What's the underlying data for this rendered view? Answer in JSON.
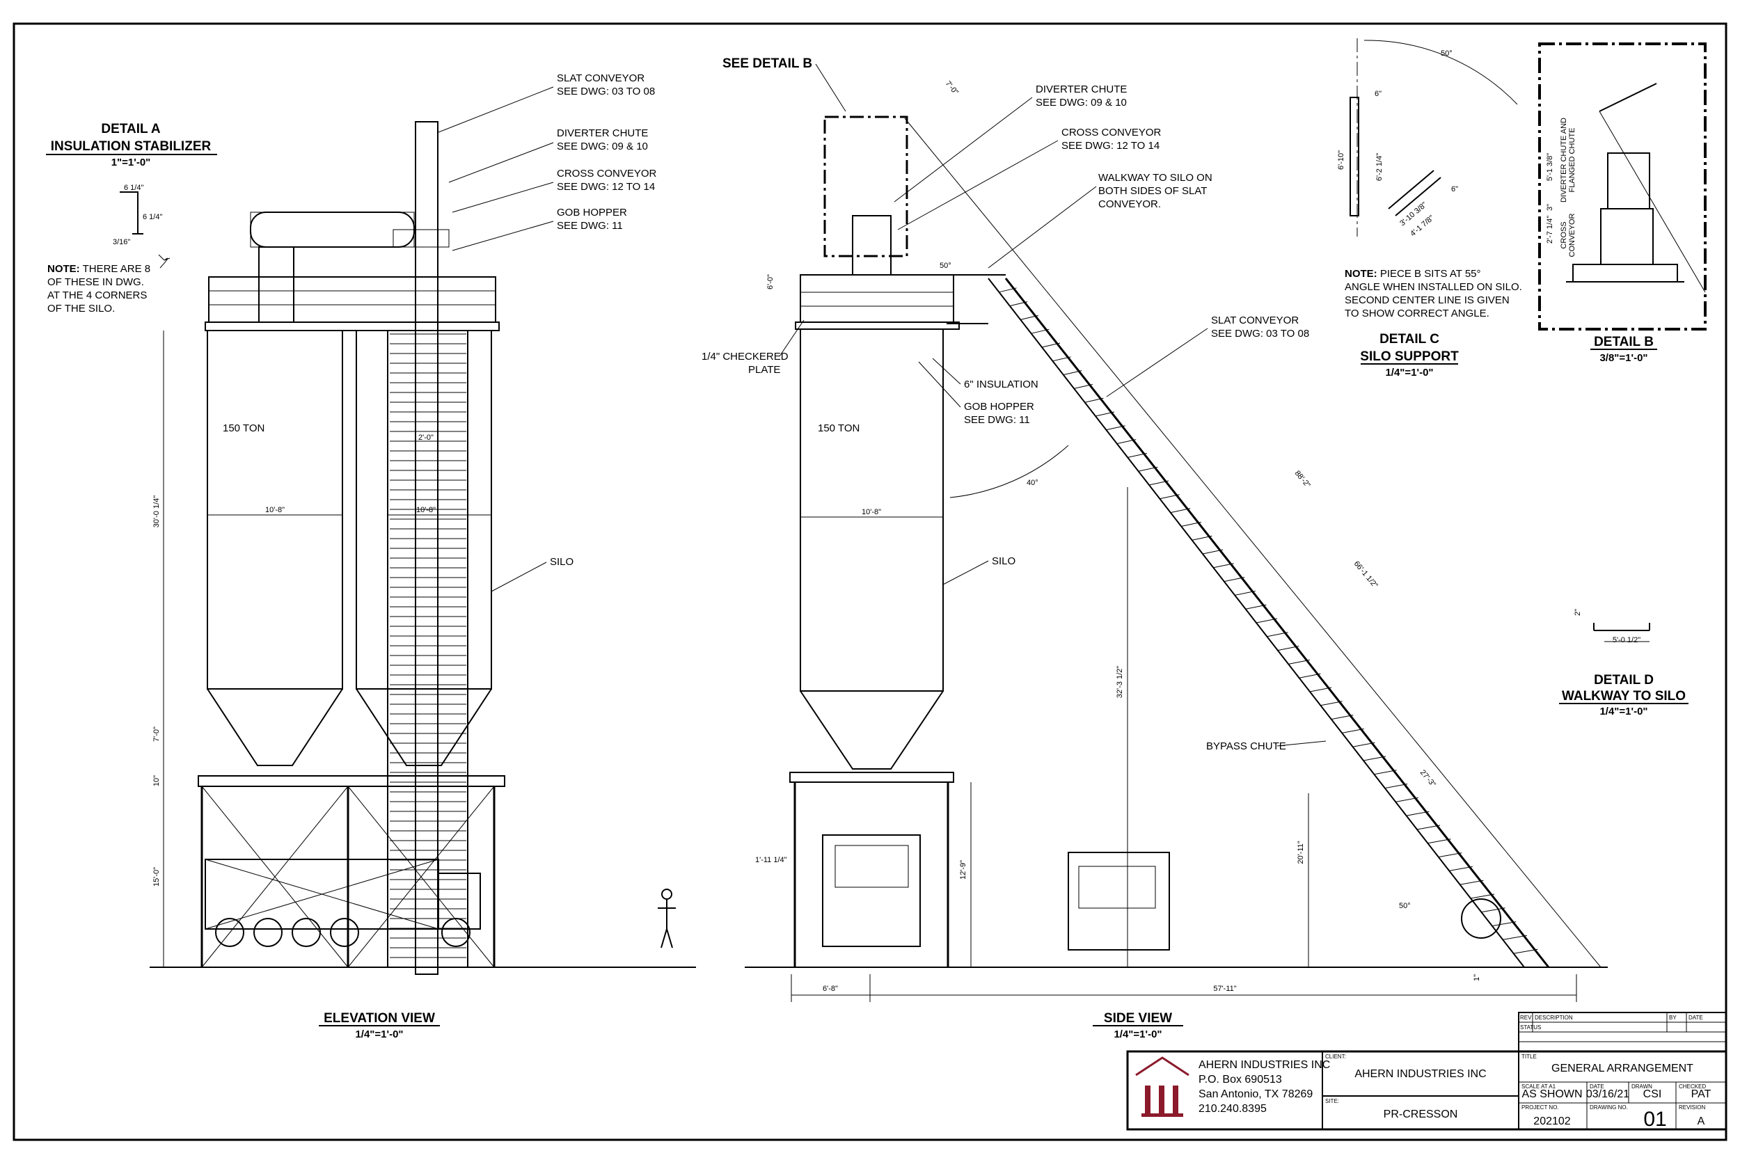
{
  "detail_a": {
    "title_1": "DETAIL A",
    "title_2": "INSULATION STABILIZER",
    "scale": "1\"=1'-0\"",
    "dim_1": "6 1/4\"",
    "dim_2": "6 1/4\"",
    "dim_3": "3/16\"",
    "note_label": "NOTE:",
    "note_1": " THERE ARE 8",
    "note_2": "OF THESE IN DWG.",
    "note_3": "AT THE 4 CORNERS",
    "note_4": "OF THE SILO."
  },
  "elevation": {
    "title": "ELEVATION VIEW",
    "scale": "1/4\"=1'-0\"",
    "ton_label": "150 TON",
    "dim_height": "30'-0 1/4\"",
    "dim_width_1": "10'-8\"",
    "dim_width_2": "10'-8\"",
    "dim_2ft": "2'-0\"",
    "dim_7": "7'-0\"",
    "dim_10": "10\"",
    "dim_15": "15'-0\"",
    "callouts": [
      {
        "l1": "SLAT CONVEYOR",
        "l2": "SEE DWG: 03 TO 08"
      },
      {
        "l1": "DIVERTER CHUTE",
        "l2": "SEE DWG: 09 & 10"
      },
      {
        "l1": "CROSS CONVEYOR",
        "l2": "SEE DWG: 12 TO 14"
      },
      {
        "l1": "GOB HOPPER",
        "l2": "SEE DWG: 11"
      }
    ],
    "silo_label": "SILO"
  },
  "side": {
    "title": "SIDE VIEW",
    "scale": "1/4\"=1'-0\"",
    "see_detail_b": "SEE DETAIL B",
    "ton_label": "150 TON",
    "dim_width": "10'-8\"",
    "dim_6": "6'-0\"",
    "dim_7top": "7'-0\"",
    "dim_50a": "50°",
    "dim_40": "40°",
    "dim_50b": "50°",
    "dim_88": "88'-2\"",
    "dim_66": "66'-1 1/2\"",
    "dim_32": "32'-3 1/2\"",
    "dim_20": "20'-11\"",
    "dim_27": "27'-3\"",
    "dim_12": "12'-9\"",
    "dim_1_11": "1'-11 1/4\"",
    "dim_6_8": "6'-8\"",
    "dim_57": "57'-11\"",
    "dim_1": "1\"",
    "checkered_1": "1/4\" CHECKERED",
    "checkered_2": "PLATE",
    "insulation": "6\" INSULATION",
    "gob_1": "GOB HOPPER",
    "gob_2": "SEE DWG: 11",
    "silo_label": "SILO",
    "diverter_1": "DIVERTER CHUTE",
    "diverter_2": "SEE DWG: 09 & 10",
    "cross_1": "CROSS CONVEYOR",
    "cross_2": "SEE DWG: 12 TO 14",
    "walk_1": "WALKWAY TO SILO ON",
    "walk_2": "BOTH SIDES OF SLAT",
    "walk_3": "CONVEYOR.",
    "slat_1": "SLAT CONVEYOR",
    "slat_2": "SEE DWG: 03 TO 08",
    "bypass": "BYPASS CHUTE"
  },
  "detail_c": {
    "title_1": "DETAIL C",
    "title_2": "SILO SUPPORT",
    "scale": "1/4\"=1'-0\"",
    "dim_50": "50°",
    "dim_6a": "6\"",
    "dim_6b": "6\"",
    "dim_610": "6'-10\"",
    "dim_62": "6'-2 1/4\"",
    "dim_310": "3'-10 3/8\"",
    "dim_41": "4'-1 7/8\"",
    "note_label": "NOTE:",
    "note_1": " PIECE B SITS AT 55°",
    "note_2": "ANGLE WHEN INSTALLED ON SILO.",
    "note_3": "SECOND CENTER LINE IS GIVEN",
    "note_4": "TO SHOW CORRECT ANGLE."
  },
  "detail_b": {
    "title": "DETAIL B",
    "scale": "3/8\"=1'-0\"",
    "dim_5": "5'-1 3/8\"",
    "dim_2": "2'-7 1/4\"",
    "dim_3": "3\"",
    "lbl_div_1": "DIVERTER CHUTE AND",
    "lbl_div_2": "FLANGED CHUTE",
    "lbl_cross_1": "CROSS",
    "lbl_cross_2": "CONVEYOR"
  },
  "detail_d": {
    "title_1": "DETAIL D",
    "title_2": "WALKWAY TO SILO",
    "scale": "1/4\"=1'-0\"",
    "dim_2": "2\"",
    "dim_5": "5'-0 1/2\""
  },
  "title_block": {
    "company": "AHERN INDUSTRIES INC",
    "address_1": "P.O. Box 690513",
    "address_2": "San Antonio, TX 78269",
    "phone": "210.240.8395",
    "client_label": "CLIENT:",
    "client": "AHERN INDUSTRIES INC",
    "site_label": "SITE:",
    "site": "PR-CRESSON",
    "rev_label": "REV",
    "desc_label": "DESCRIPTION",
    "by_label": "BY",
    "date_label": "DATE",
    "status_label": "STATUS",
    "title_label": "TITLE",
    "drawing_title": "GENERAL ARRANGEMENT",
    "scale_label": "SCALE AT A1",
    "scale": "AS SHOWN",
    "date_h": "DATE",
    "date": "03/16/21",
    "drawn_label": "DRAWN",
    "drawn": "CSI",
    "checked_label": "CHECKED",
    "checked": "PAT",
    "project_label": "PROJECT NO.",
    "project": "202102",
    "drawing_label": "DRAWING NO.",
    "drawing": "01",
    "revision_label": "REVISION",
    "revision": "A"
  }
}
